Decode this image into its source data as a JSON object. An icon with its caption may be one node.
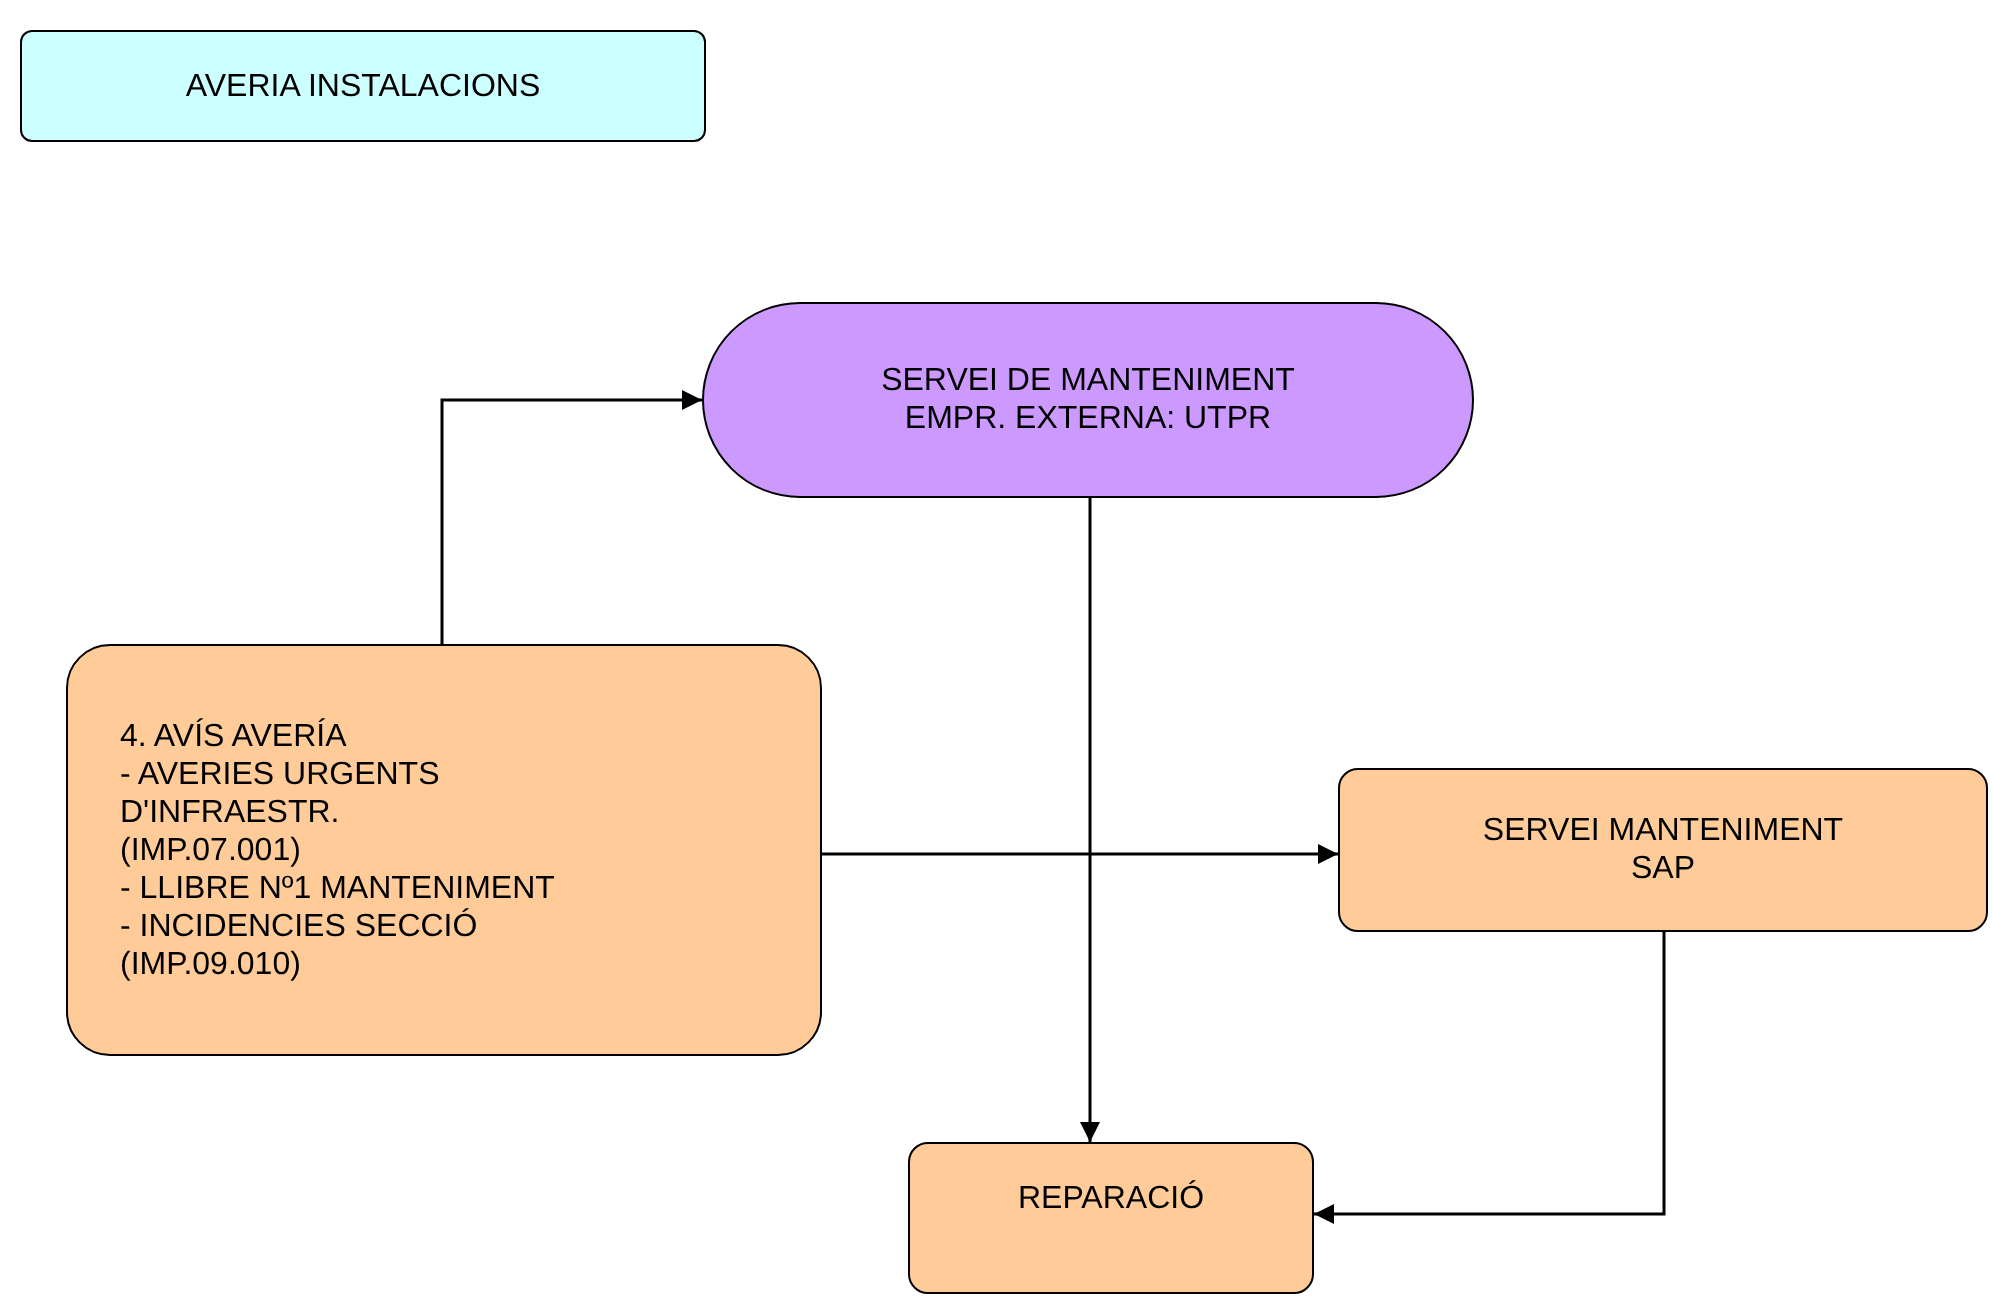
{
  "diagram": {
    "nodes": [
      {
        "text": [
          "AVERIA INSTALACIONS"
        ]
      },
      {
        "text": [
          "SERVEI DE MANTENIMENT EMPR. EXTERNA: UTPR"
        ]
      },
      {
        "text": [
          "4. AVÍS AVERÍA",
          "- AVERIES URGENTS",
          "D'INFRAESTR.",
          "(IMP.07.001)",
          "- LLIBRE Nº1 MANTENIMENT",
          "- INCIDENCIES SECCIÓ",
          "(IMP.09.010)"
        ]
      },
      {
        "text": [
          "SERVEI MANTENIMENT SAP"
        ]
      },
      {
        "text": [
          "REPARACIÓ"
        ]
      }
    ],
    "edges": [
      {
        "from": 2,
        "to": 1,
        "arrow": "to"
      },
      {
        "from": 2,
        "to": 3,
        "arrow": "to"
      },
      {
        "from": 1,
        "to": 4,
        "arrow": "to"
      },
      {
        "from": 3,
        "to": 4,
        "arrow": "to"
      }
    ]
  }
}
